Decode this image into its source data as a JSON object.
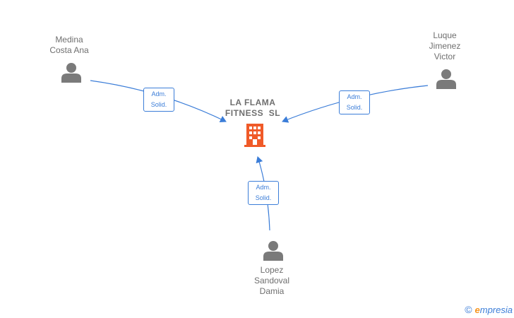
{
  "company": {
    "name_line1": "LA FLAMA",
    "name_line2": "FITNESS  SL",
    "icon": "building-icon",
    "color": "#f05a28"
  },
  "people": [
    {
      "id": "medina",
      "lines": [
        "Medina",
        "Costa Ana"
      ],
      "icon": "person-icon"
    },
    {
      "id": "luque",
      "lines": [
        "Luque",
        "Jimenez",
        "Victor"
      ],
      "icon": "person-icon"
    },
    {
      "id": "lopez",
      "lines": [
        "Lopez",
        "Sandoval",
        "Damia"
      ],
      "icon": "person-icon"
    }
  ],
  "edges": [
    {
      "from": "medina",
      "label_line1": "Adm.",
      "label_line2": "Solid."
    },
    {
      "from": "luque",
      "label_line1": "Adm.",
      "label_line2": "Solid."
    },
    {
      "from": "lopez",
      "label_line1": "Adm.",
      "label_line2": "Solid."
    }
  ],
  "footer": {
    "copyright": "©",
    "brand_first": "e",
    "brand_rest": "mpresia"
  },
  "colors": {
    "edge": "#3b7dd8",
    "person": "#7a7a7a",
    "text": "#6f6f6f"
  }
}
